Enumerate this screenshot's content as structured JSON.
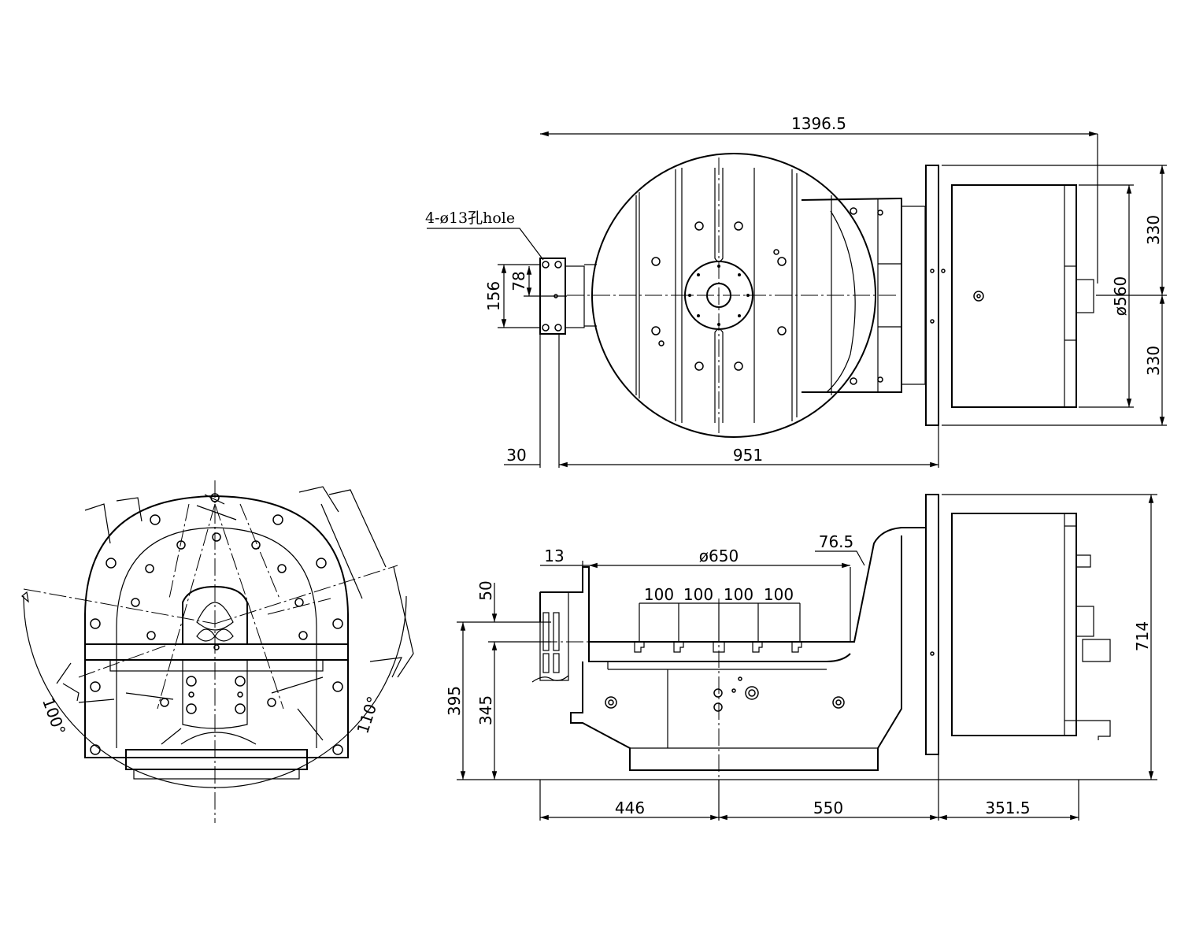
{
  "drawing": {
    "top_view": {
      "overall_length": "1396.5",
      "hole_note": "4-ø13孔hole",
      "bracket_height": "156",
      "bracket_inner": "78",
      "flange_offset": "30",
      "body_length": "951",
      "motor_upper": "330",
      "motor_lower": "330",
      "motor_diameter": "ø560"
    },
    "side_view": {
      "plate_diameter": "ø650",
      "offset": "13",
      "chamfer": "76.5",
      "slot_pitch_1": "100",
      "slot_pitch_2": "100",
      "slot_pitch_3": "100",
      "slot_pitch_4": "100",
      "slot_depth": "50",
      "height_total": "395",
      "height_center": "345",
      "overall_height": "714",
      "length_left": "446",
      "length_mid": "550",
      "length_right": "351.5"
    },
    "end_view": {
      "tilt_left": "100°",
      "tilt_right": "110°"
    }
  }
}
